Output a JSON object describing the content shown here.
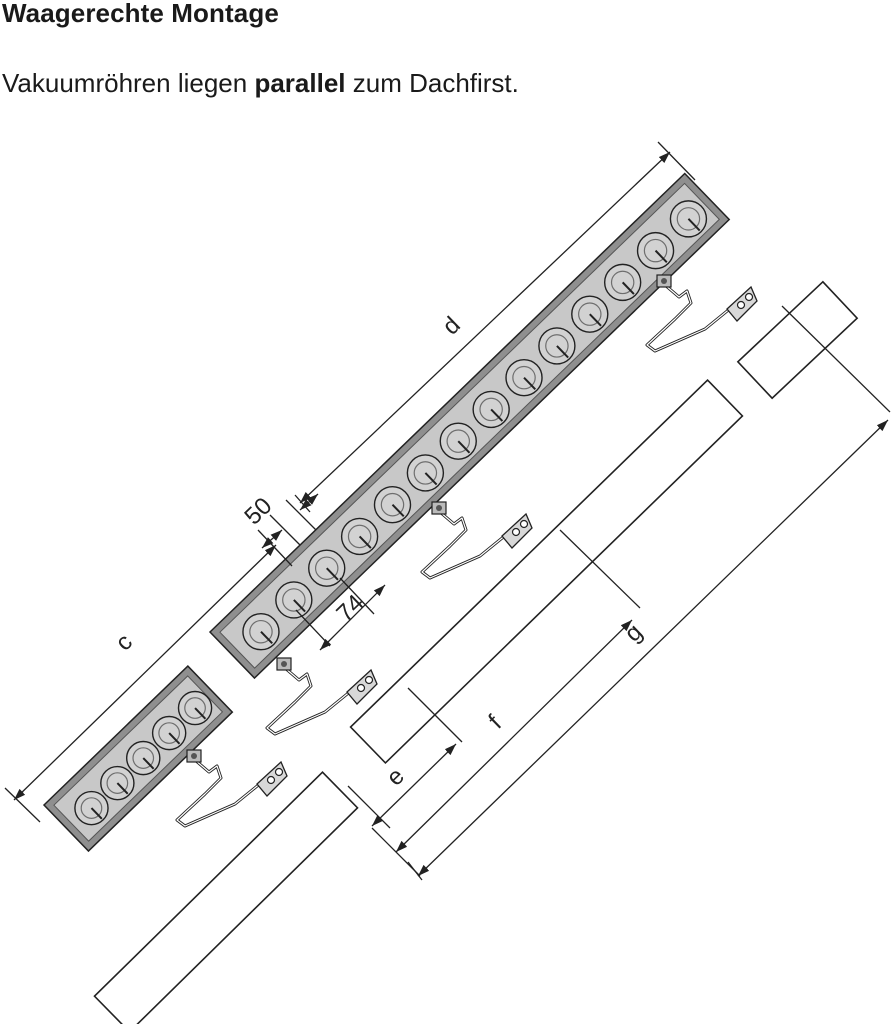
{
  "heading": "Waagerechte Montage",
  "intro": {
    "before": "Vakuumröhren liegen ",
    "bold": "parallel",
    "after": " zum Dachfirst."
  },
  "diagram": {
    "dimension_labels": {
      "c": "c",
      "d": "d",
      "e": "e",
      "f": "f",
      "g": "g",
      "dim_50": "50",
      "dim_74": "74"
    },
    "colors": {
      "line": "#222222",
      "collector_frame": "#8f8f8f",
      "collector_inner": "#c8c8c8",
      "tube": "#d2d2d2",
      "tube_dark": "#6e6e6e"
    }
  }
}
